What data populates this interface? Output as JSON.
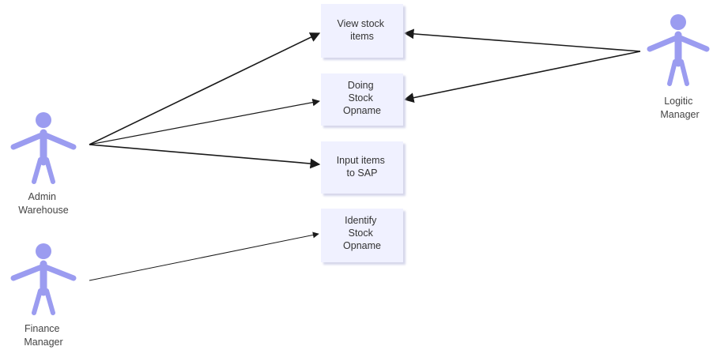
{
  "colors": {
    "actor": "#9b9cf0",
    "note_fill": "#f0f1ff",
    "note_shadow": "#d4d6ea",
    "arrow": "#1a1a1a",
    "label": "#444444"
  },
  "actors": {
    "admin": {
      "icon": "person-icon",
      "line1": "Admin",
      "line2": "Warehouse"
    },
    "finance": {
      "icon": "person-icon",
      "line1": "Finance",
      "line2": "Manager"
    },
    "logistic": {
      "icon": "person-icon",
      "line1": "Logitic",
      "line2": "Manager"
    }
  },
  "use_cases": {
    "view": {
      "lines": [
        "View stock",
        "items"
      ]
    },
    "doing": {
      "lines": [
        "Doing",
        "Stock",
        "Opname"
      ]
    },
    "input": {
      "lines": [
        "Input items",
        "to SAP"
      ]
    },
    "identify": {
      "lines": [
        "Identify",
        "Stock",
        "Opname"
      ]
    }
  },
  "associations": [
    {
      "from": "Admin Warehouse",
      "to": "View stock items"
    },
    {
      "from": "Admin Warehouse",
      "to": "Doing Stock Opname"
    },
    {
      "from": "Admin Warehouse",
      "to": "Input items to SAP"
    },
    {
      "from": "Finance Manager",
      "to": "Identify Stock Opname"
    },
    {
      "from": "Logitic Manager",
      "to": "View stock items"
    },
    {
      "from": "Logitic Manager",
      "to": "Doing Stock Opname"
    }
  ]
}
